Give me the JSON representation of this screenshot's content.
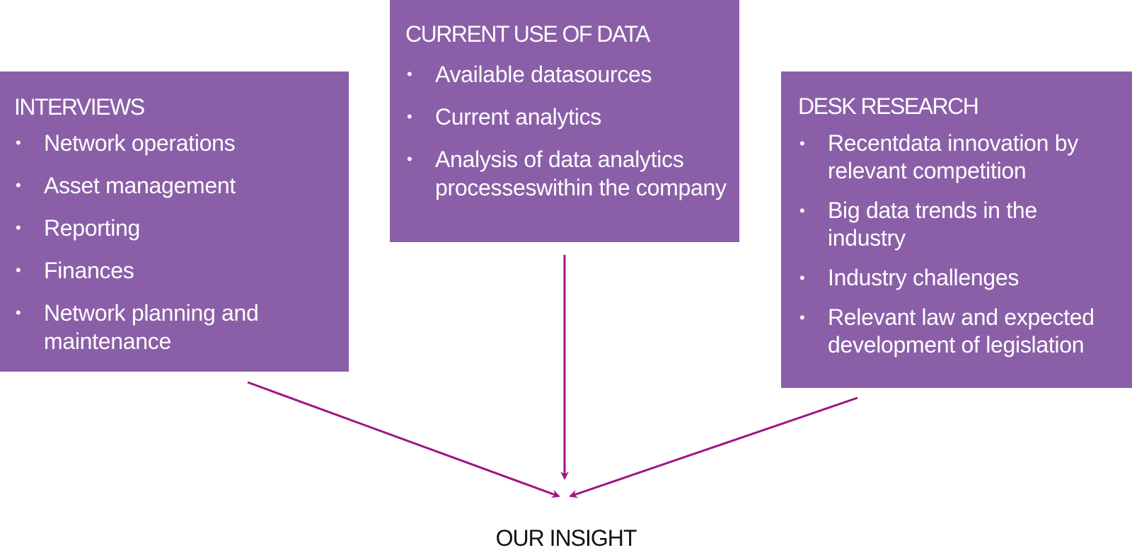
{
  "colors": {
    "box_fill": "#8a5fa8",
    "box_text": "#ffffff",
    "arrow": "#a0157f",
    "label_text": "#111111"
  },
  "boxes": {
    "interviews": {
      "title": "INTERVIEWS",
      "items": [
        "Network operations",
        "Asset management",
        "Reporting",
        "Finances",
        "Network planning and maintenance"
      ]
    },
    "current_use": {
      "title": "CURRENT USE OF DATA",
      "items": [
        "Available datasources",
        "Current analytics",
        "Analysis of data analytics processeswithin the company"
      ]
    },
    "desk_research": {
      "title": "DESK RESEARCH",
      "items": [
        "Recentdata innovation by relevant competition",
        "Big data trends in the industry",
        "Industry challenges",
        "Relevant law and expected development of legislation"
      ]
    }
  },
  "outcome": {
    "label": "OUR INSIGHT"
  }
}
